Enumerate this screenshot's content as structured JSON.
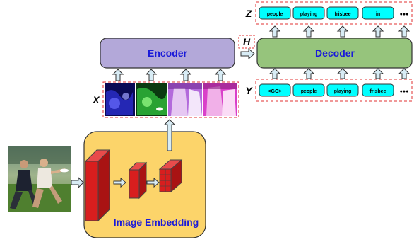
{
  "labels": {
    "encoder": "Encoder",
    "decoder": "Decoder",
    "image_embedding": "Image Embedding",
    "x": "X",
    "y": "Y",
    "z": "Z",
    "h": "H"
  },
  "output_tokens": [
    "people",
    "playing",
    "frisbee",
    "in"
  ],
  "input_tokens": [
    "<GO>",
    "people",
    "playing",
    "frisbee"
  ],
  "ellipsis": "●●●",
  "colors": {
    "encoder_fill": "#b3a8d9",
    "decoder_fill": "#96c47c",
    "embedding_bg": "#fcd46a",
    "conv_red": "#d81e1e",
    "token_fill": "#00ffff",
    "label_blue": "#1a1ad9",
    "dashed_red": "#e03030",
    "arrow_fill": "#d8ecf5"
  },
  "icons": {
    "arrow": "block-arrow",
    "photo": "frisbee-photo",
    "feature_maps": "feature-map-thumbnails"
  }
}
